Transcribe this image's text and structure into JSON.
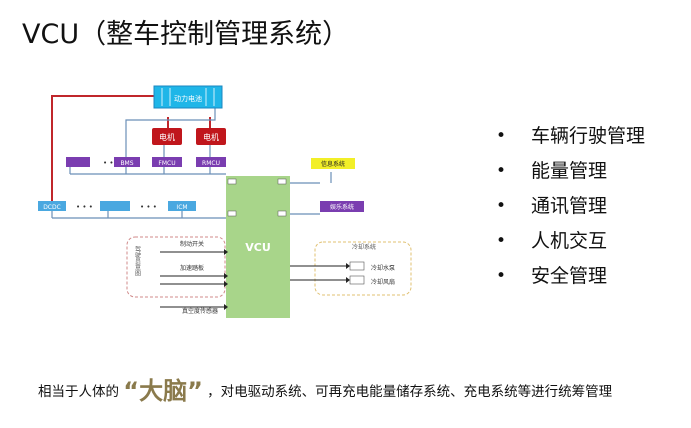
{
  "title": "VCU（整车控制管理系统）",
  "diagram": {
    "battery": "动力电池",
    "motor1": "电机",
    "motor2": "电机",
    "bms": "BMS",
    "fmcu": "FMCU",
    "rmcu": "RMCU",
    "dots_top": "• • •",
    "dcdc": "DCDC",
    "dots_mid1": "• • •",
    "dots_mid2": "• • •",
    "icm": "ICM",
    "info": "信息系统",
    "entertain": "娱乐系统",
    "vcu": "VCU",
    "brake_switch": "制动开关",
    "accel_pedal": "加速踏板",
    "vacuum_sensor": "真空度传感器",
    "driver_intent": "驾驶员意图",
    "cooling_system": "冷却系统",
    "cooling_pump": "冷却水泵",
    "cooling_fan": "冷却风扇"
  },
  "bullets": [
    "车辆行驶管理",
    "能量管理",
    "通讯管理",
    "人机交互",
    "安全管理"
  ],
  "bullet_symbol": "•",
  "footer": {
    "prefix": "相当于人体的",
    "brain": "“大脑”",
    "suffix": "，对电驱动系统、可再充电能量储存系统、充电系统等进行统筹管理"
  },
  "colors": {
    "battery_fill": "#1fb6e8",
    "motor_fill": "#c0161c",
    "module_fill": "#7a3db0",
    "vcu_fill": "#a8d58a",
    "info_fill": "#f2ef28",
    "dcdc_fill": "#4aa8e0",
    "red_wire": "#c0262b",
    "blue_wire": "#4a8fd0"
  }
}
